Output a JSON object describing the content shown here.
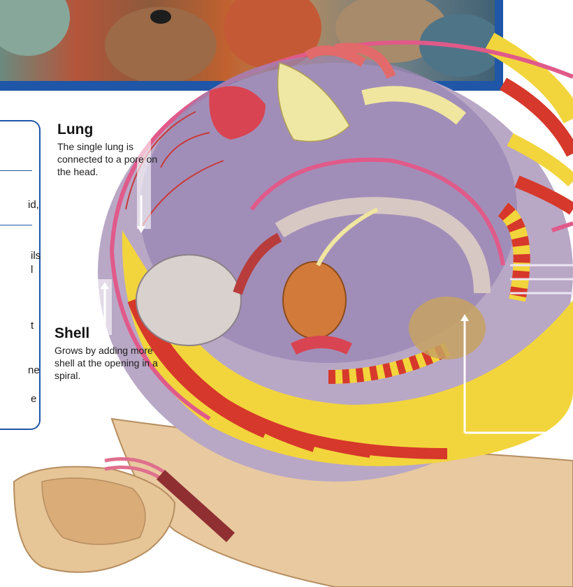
{
  "labels": {
    "lung": {
      "title": "Lung",
      "text": "The single lung is connected to a pore on the head."
    },
    "shell": {
      "title": "Shell",
      "text": "Grows by adding more shell at the opening in a spiral."
    }
  },
  "info_box_fragments": [
    "id,",
    "ils",
    "l",
    "t",
    "ne",
    "e"
  ],
  "colors": {
    "frame_blue": "#1f56a7",
    "shell_pink": "#e05a8a",
    "stripe_red": "#d6382b",
    "stripe_yellow": "#f2d53c",
    "foot_tan": "#e8c9a0"
  }
}
